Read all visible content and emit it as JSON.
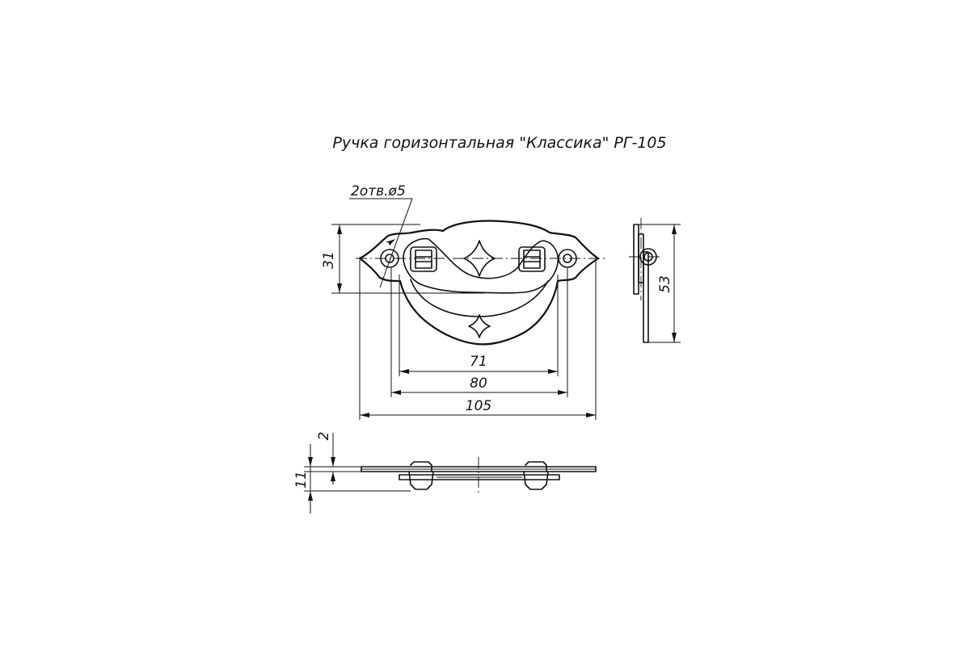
{
  "title": "Ручка горизонтальная \"Классика\" РГ-105",
  "labels": {
    "holes": "2отв.ø5",
    "dim_height_front": "31",
    "dim_height_side": "53",
    "dim_71": "71",
    "dim_80": "80",
    "dim_105": "105",
    "dim_2": "2",
    "dim_11": "11"
  }
}
